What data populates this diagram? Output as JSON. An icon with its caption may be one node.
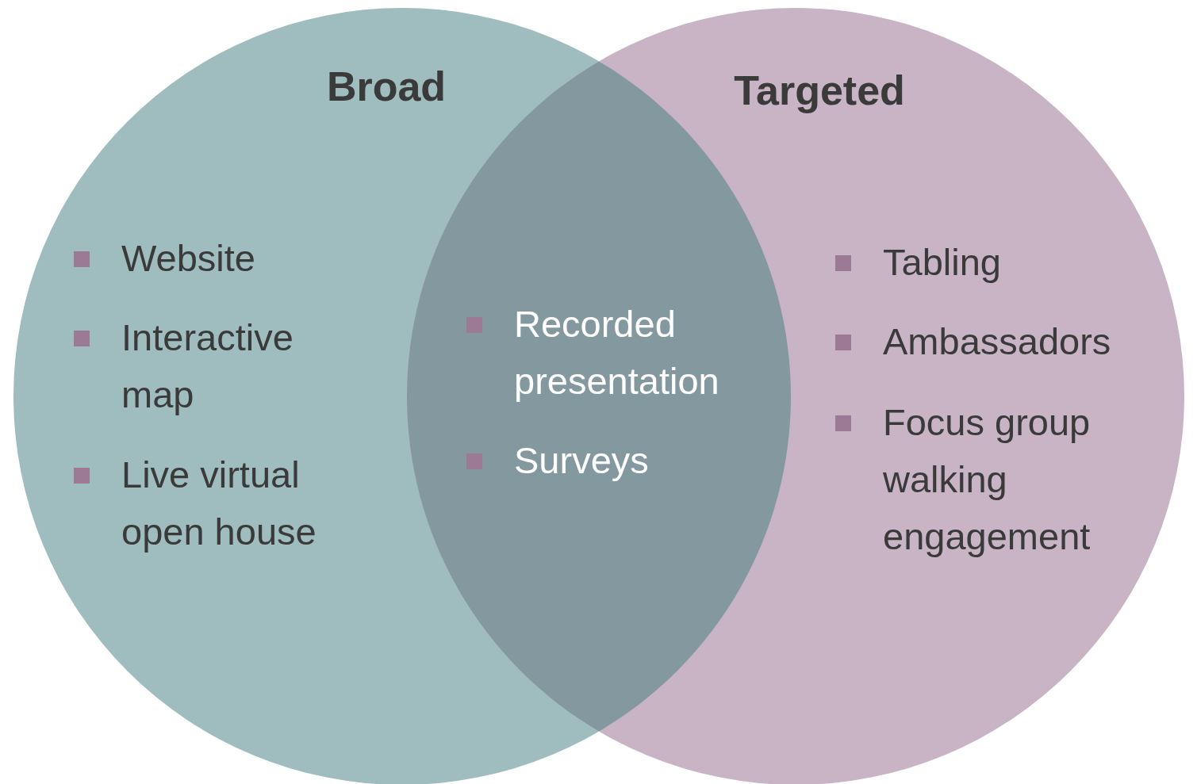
{
  "diagram": {
    "nodes": [
      {
        "text": [
          "Broad",
          "Website",
          "Interactive map",
          "Live virtual open house"
        ]
      },
      {
        "text": [
          "Targeted",
          "Tabling",
          "Ambassadors",
          "Focus group walking engagement"
        ]
      }
    ],
    "labels": [
      "Recorded presentation",
      "Surveys"
    ]
  }
}
